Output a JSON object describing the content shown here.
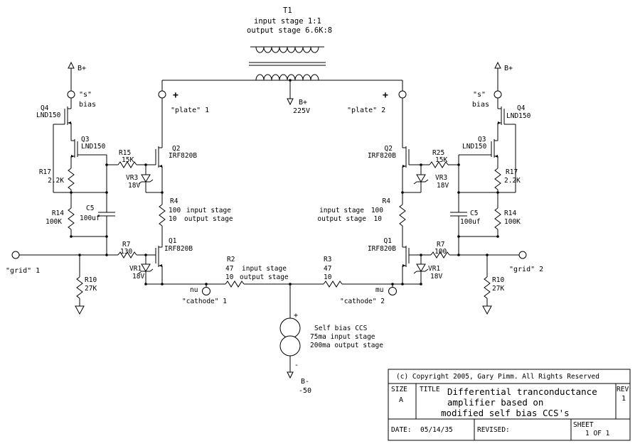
{
  "transformer": {
    "ref": "T1",
    "spec1": "input stage 1:1",
    "spec2": "output stage 6.6K:8",
    "tap": "B+",
    "tap_v": "225V"
  },
  "bminus": {
    "label": "B-",
    "v": "-50"
  },
  "ccs": {
    "plus": "+",
    "minus": "-",
    "l1": "Self bias CCS",
    "l2": "75ma input stage",
    "l3": "200ma output stage"
  },
  "r2": {
    "ref": "R2",
    "v1": "47",
    "v2": "10"
  },
  "r3": {
    "ref": "R3",
    "v1": "47",
    "v2": "10"
  },
  "stages": {
    "s1": "input stage",
    "s2": "output stage"
  },
  "left": {
    "bplus": "B+",
    "s": "\"s\"",
    "bias": "bias",
    "q4": "Q4",
    "q4p": "LND150",
    "q3": "Q3",
    "q3p": "LND150",
    "r17": "R17",
    "r17v": "2.2K",
    "r14": "R14",
    "r14v": "100K",
    "c5": "C5",
    "c5v": "100uf",
    "r15": "R15",
    "r15v": "15K",
    "vr3": "VR3",
    "vr3v": "18V",
    "q2": "Q2",
    "q2p": "IRF820B",
    "r4": "R4",
    "r4v1": "100",
    "r4v2": "10",
    "q1": "Q1",
    "q1p": "IRF820B",
    "r7": "R7",
    "r7v": "130",
    "vr1": "VR1",
    "vr1v": "18V",
    "grid": "\"grid\" 1",
    "r10": "R10",
    "r10v": "27K",
    "plus": "+",
    "plate": "\"plate\" 1",
    "nu": "nu",
    "cathode": "\"cathode\" 1"
  },
  "right": {
    "bplus": "B+",
    "s": "\"s\"",
    "bias": "bias",
    "q4": "Q4",
    "q4p": "LND150",
    "q3": "Q3",
    "q3p": "LND150",
    "r17": "R17",
    "r17v": "2.2K",
    "r14": "R14",
    "r14v": "100K",
    "c5": "C5",
    "c5v": "100uf",
    "r25": "R25",
    "r25v": "15K",
    "vr3": "VR3",
    "vr3v": "18V",
    "q2": "Q2",
    "q2p": "IRF820B",
    "r4": "R4",
    "r4v1": "100",
    "r4v2": "10",
    "q1": "Q1",
    "q1p": "IRF820B",
    "r7": "R7",
    "r7v": "100",
    "vr1": "VR1",
    "vr1v": "18V",
    "grid": "\"grid\" 2",
    "r10": "R10",
    "r10v": "27K",
    "plus": "+",
    "plate": "\"plate\" 2",
    "mu": "mu",
    "cathode": "\"cathode\" 2"
  },
  "tb": {
    "copyright": "(c) Copyright 2005, Gary Pimm. All Rights Reserved",
    "size_l": "SIZE",
    "size": "A",
    "title_l": "TITLE",
    "t1": "Differential tranconductance",
    "t2": "amplifier based on",
    "t3": "modified self bias CCS's",
    "rev_l": "REV",
    "rev": "1",
    "date_l": "DATE:",
    "date": "05/14/35",
    "revised_l": "REVISED:",
    "sheet_l": "SHEET",
    "sheet": "1 OF 1"
  }
}
